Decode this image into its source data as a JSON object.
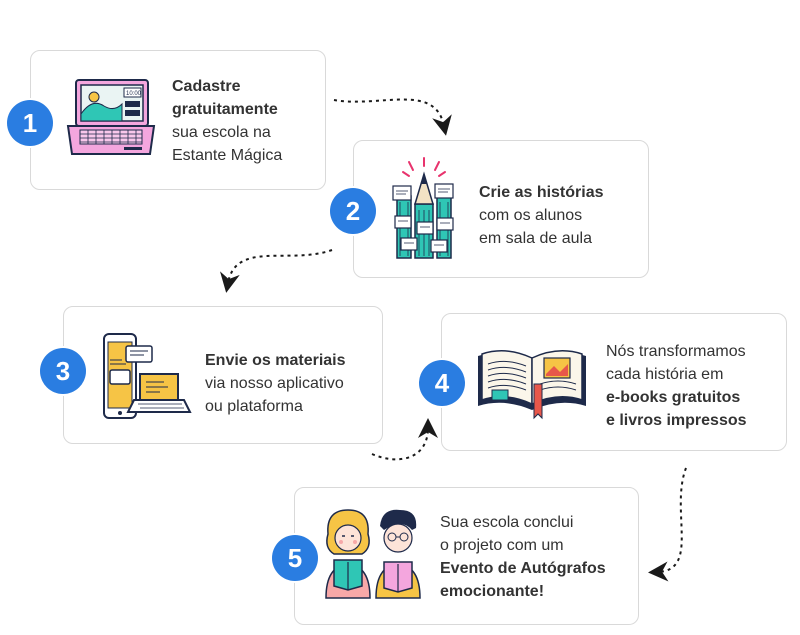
{
  "steps": [
    {
      "number": "1",
      "lines": [
        {
          "text": "Cadastre",
          "bold": true
        },
        {
          "text": "gratuitamente",
          "bold": true
        },
        {
          "text": "sua escola na",
          "bold": false
        },
        {
          "text": "Estante Mágica",
          "bold": false
        }
      ],
      "screen_label": "10:00"
    },
    {
      "number": "2",
      "lines": [
        {
          "text": "Crie as histórias",
          "bold": true
        },
        {
          "text": "com os alunos",
          "bold": false
        },
        {
          "text": "em sala de aula",
          "bold": false
        }
      ]
    },
    {
      "number": "3",
      "lines": [
        {
          "text": "Envie os materiais",
          "bold": true
        },
        {
          "text": "via nosso aplicativo",
          "bold": false
        },
        {
          "text": "ou plataforma",
          "bold": false
        }
      ]
    },
    {
      "number": "4",
      "lines": [
        {
          "text": "Nós transformamos",
          "bold": false
        },
        {
          "text": "cada história em",
          "bold": false
        },
        {
          "text": "e-books gratuitos",
          "bold": true
        },
        {
          "text": "e livros impressos",
          "bold": true
        }
      ]
    },
    {
      "number": "5",
      "lines": [
        {
          "text": "Sua escola conclui",
          "bold": false
        },
        {
          "text": "o projeto com um",
          "bold": false
        },
        {
          "text": "Evento de Autógrafos",
          "bold": true
        },
        {
          "text": "emocionante!",
          "bold": true
        }
      ]
    }
  ],
  "colors": {
    "badge": "#2a7de1",
    "card_border": "#d9d9d9",
    "laptop_pink": "#f4a6de",
    "pencil_teal": "#2fc6b5",
    "accent_yellow": "#f6c445",
    "book_red": "#e7574a",
    "book_navy": "#1e2a4a"
  },
  "icons": [
    "laptop-icon",
    "pencils-icon",
    "phone-laptop-icon",
    "open-book-icon",
    "readers-icon",
    "dashed-arrow-icon"
  ]
}
